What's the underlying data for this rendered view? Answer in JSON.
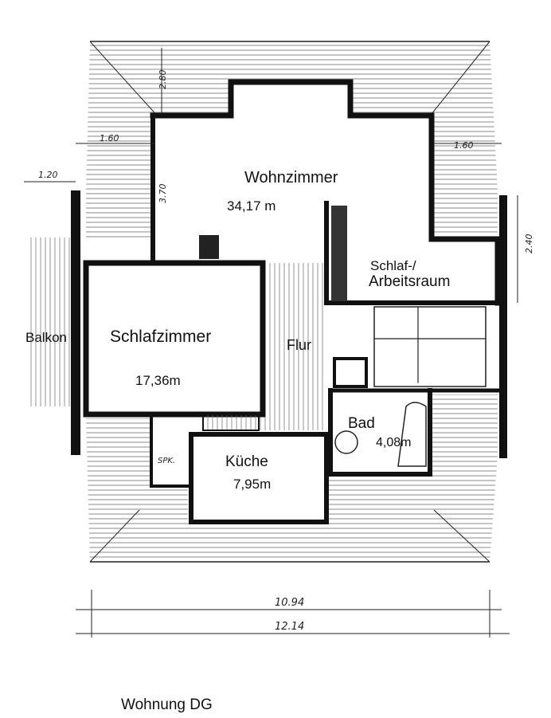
{
  "caption": "Wohnung DG",
  "rooms": {
    "wohnzimmer": {
      "name": "Wohnzimmer",
      "area": "34,17 m"
    },
    "schlaf_arbeit": {
      "name_line1": "Schlaf-/",
      "name_line2": "Arbeitsraum"
    },
    "balkon": {
      "name": "Balkon"
    },
    "schlafzimmer": {
      "name": "Schlafzimmer",
      "area": "17,36m"
    },
    "flur": {
      "name": "Flur"
    },
    "bad": {
      "name": "Bad",
      "area": "4,08m"
    },
    "kueche": {
      "name": "Küche",
      "area": "7,95m"
    },
    "speisekammer": {
      "name": "SPK."
    }
  },
  "dimensions": {
    "balkon_width": "1.20",
    "left_wing": "1.60",
    "right_wing": "1.60",
    "top_roof": "2.80",
    "wall_height_left": "3.70",
    "right_side": "2.40",
    "inner_width": "10.94",
    "total_width": "12.14"
  },
  "colors": {
    "ink": "#111111",
    "hatch": "#555555",
    "paper": "#ffffff"
  }
}
